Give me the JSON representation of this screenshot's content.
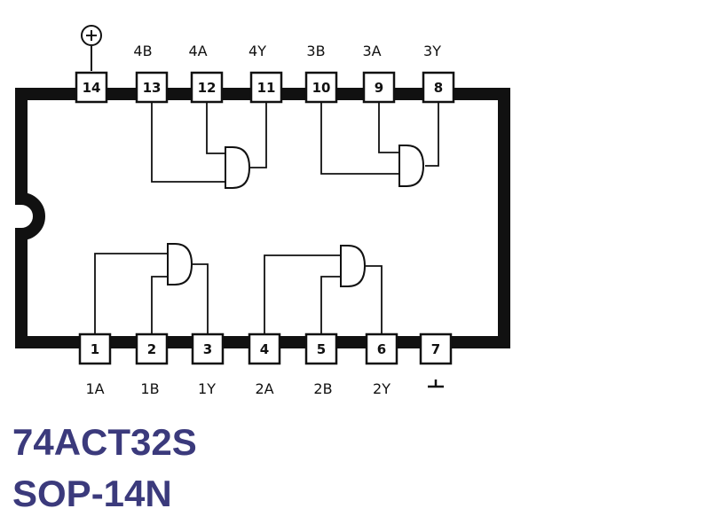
{
  "colors": {
    "ink": "#111111",
    "title": "#3b3a7c"
  },
  "pins_top": [
    {
      "number": "14",
      "label": ""
    },
    {
      "number": "13",
      "label": "4B"
    },
    {
      "number": "12",
      "label": "4A"
    },
    {
      "number": "11",
      "label": "4Y"
    },
    {
      "number": "10",
      "label": "3B"
    },
    {
      "number": "9",
      "label": "3A"
    },
    {
      "number": "8",
      "label": "3Y"
    }
  ],
  "pins_bottom": [
    {
      "number": "1",
      "label": "1A"
    },
    {
      "number": "2",
      "label": "1B"
    },
    {
      "number": "3",
      "label": "1Y"
    },
    {
      "number": "4",
      "label": "2A"
    },
    {
      "number": "5",
      "label": "2B"
    },
    {
      "number": "6",
      "label": "2Y"
    },
    {
      "number": "7",
      "label": ""
    }
  ],
  "power_symbols": {
    "vcc_icon": "circled-plus-icon",
    "gnd_icon": "ground-icon"
  },
  "part_number": "74ACT32S",
  "package": "SOP-14N"
}
